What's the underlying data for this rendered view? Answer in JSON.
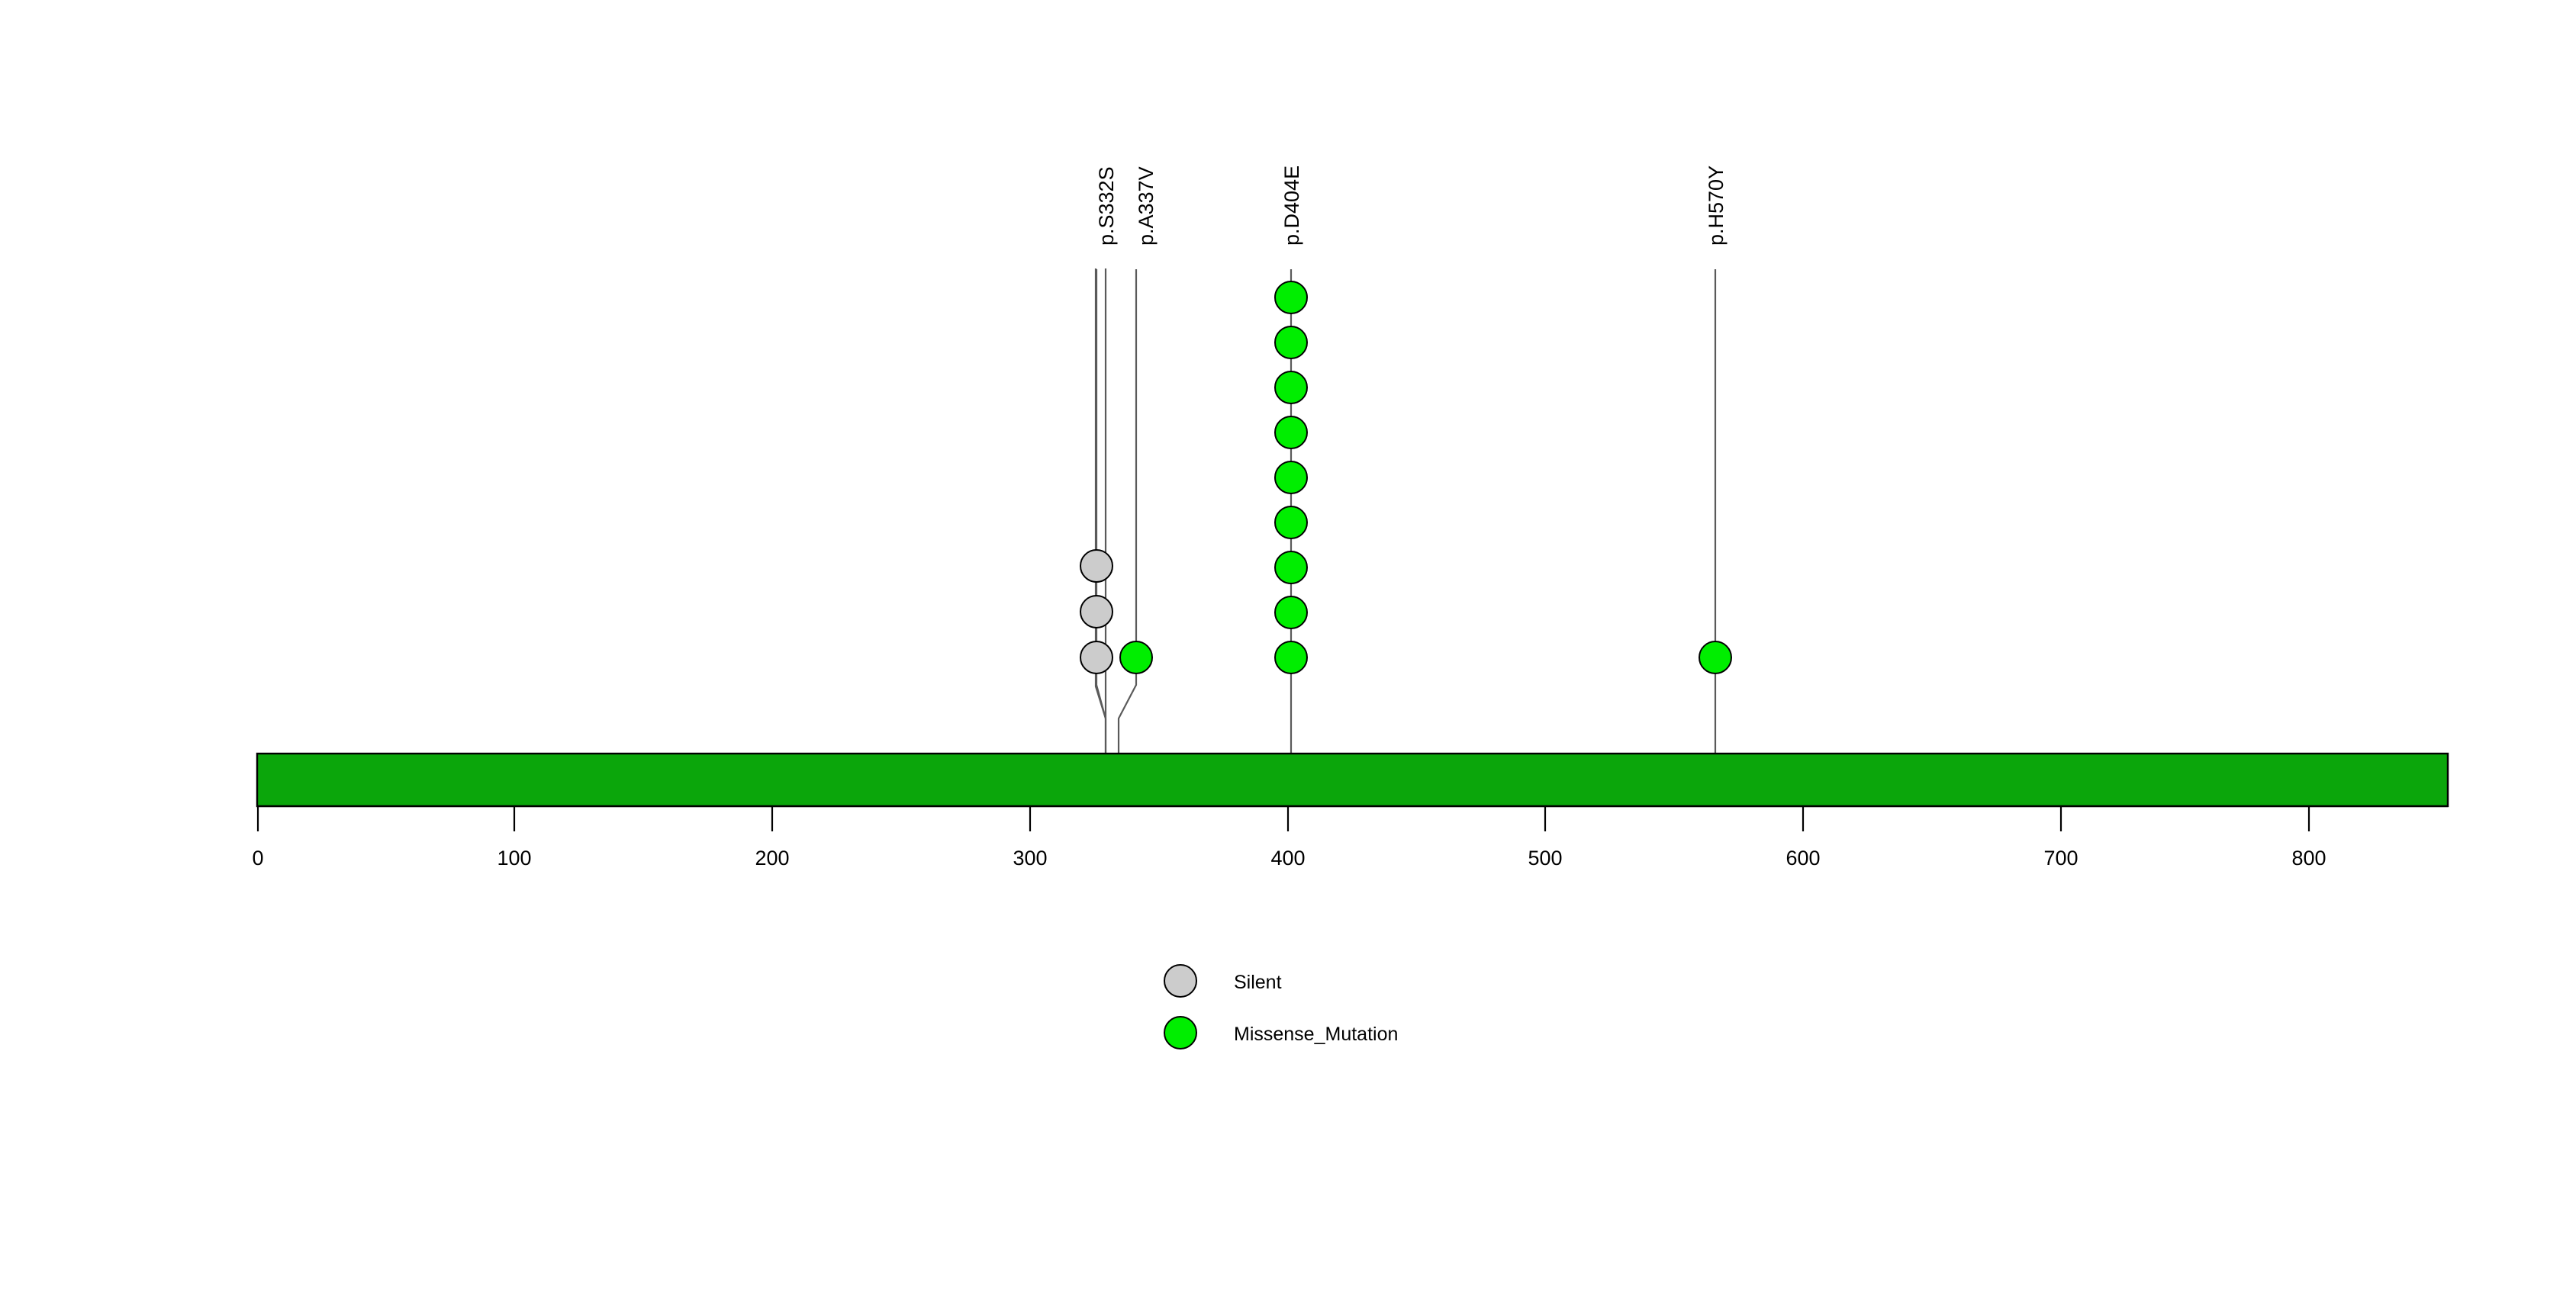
{
  "chart_data": {
    "type": "scatter",
    "title": "",
    "subtitle": "",
    "xlabel": "",
    "ylabel": "",
    "xlim": [
      0,
      850
    ],
    "grid": false,
    "axis": {
      "ticks": [
        0,
        100,
        200,
        300,
        400,
        500,
        600,
        700,
        800
      ],
      "tick_labels": [
        "0",
        "100",
        "200",
        "300",
        "400",
        "500",
        "600",
        "700",
        "800"
      ]
    },
    "protein": {
      "length": 850,
      "bar_color": "#0ba60b",
      "bar_start": 0,
      "bar_end": 850
    },
    "legend": {
      "position": "bottom-center",
      "entries": [
        {
          "label": "Silent",
          "color": "#cccccc"
        },
        {
          "label": "Missense_Mutation",
          "color": "#00ee00"
        }
      ]
    },
    "lollipops": [
      {
        "label": "p.S332S",
        "position": 332,
        "count": 3,
        "mutation_type": "Silent",
        "color": "#cccccc"
      },
      {
        "label": "p.A337V",
        "position": 337,
        "count": 1,
        "mutation_type": "Missense_Mutation",
        "color": "#00ee00"
      },
      {
        "label": "p.D404E",
        "position": 404,
        "count": 9,
        "mutation_type": "Missense_Mutation",
        "color": "#00ee00"
      },
      {
        "label": "p.H570Y",
        "position": 570,
        "count": 1,
        "mutation_type": "Missense_Mutation",
        "color": "#00ee00"
      }
    ]
  },
  "colors": {
    "silent": "#cccccc",
    "missense": "#00ee00",
    "protein_bar": "#0ba60b",
    "stem": "#5a5a5a",
    "outline": "#000000",
    "background": "#ffffff"
  }
}
